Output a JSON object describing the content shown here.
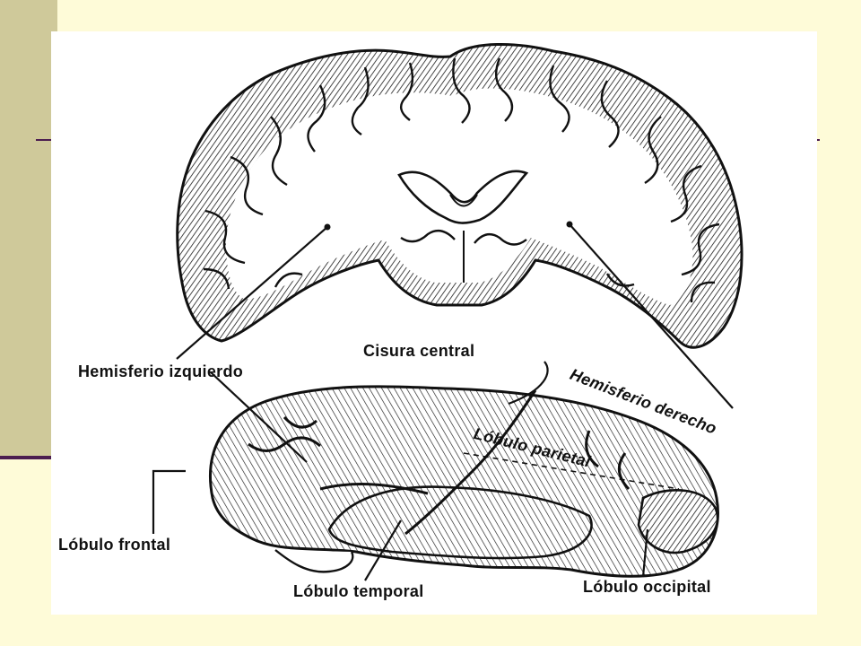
{
  "labels": {
    "hemisferio_izquierdo": "Hemisferio izquierdo",
    "cisura_central": "Cisura central",
    "hemisferio_derecho": "Hemisferio derecho",
    "lobulo_parietal": "Lóbulo parietal",
    "lobulo_frontal": "Lóbulo frontal",
    "lobulo_temporal": "Lóbulo temporal",
    "lobulo_occipital": "Lóbulo occipital"
  },
  "colors": {
    "slide_background": "#fefbd8",
    "side_band": "#cfc99a",
    "accent": "#4b1d4f",
    "ink": "#111111"
  }
}
